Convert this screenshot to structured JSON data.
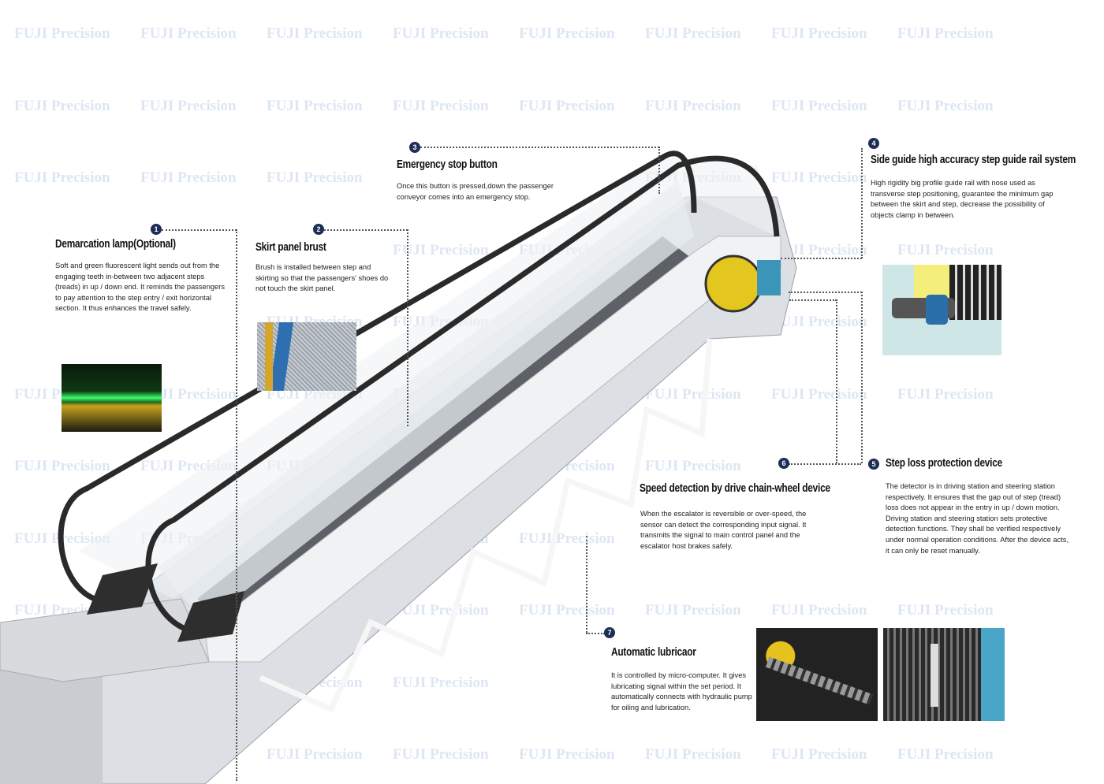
{
  "watermark": "FUJI Precision",
  "features": [
    {
      "number": "1",
      "title": "Demarcation lamp(Optional)",
      "description": "Soft and green fluorescent light sends out from the engaging teeth in-between two adjacent steps (treads) in up / down end. It reminds the passengers to pay attention to the step entry / exit horizontal section. It thus enhances the travel safely."
    },
    {
      "number": "2",
      "title": "Skirt panel brust",
      "description": "Brush is installed between step and skirting so that the passengers' shoes do not touch the skirt panel."
    },
    {
      "number": "3",
      "title": "Emergency stop button",
      "description": "Once this button is pressed,down the passenger conveyor comes into an emergency stop."
    },
    {
      "number": "4",
      "title": "Side guide high accuracy step guide rail system",
      "description": "High rigidity big profile guide rail with nose used as transverse step positioning, guarantee the minimum gap between the skirt and step, decrease the possibility of objects clamp in between."
    },
    {
      "number": "5",
      "title": "Step loss protection device",
      "description": "The detector is in driving station and steering station respectively. It ensures that the gap out of step (tread) loss does not appear in the entry in up / down motion. Driving station and steering station sets protective detection functions. They shall be verified respectively under normal operation conditions. After the device acts, it can only be reset manually."
    },
    {
      "number": "6",
      "title": "Speed detection by drive chain-wheel device",
      "description": "When the escalator is reversible or over-speed, the sensor can detect the corresponding input signal. It transmits the signal to main control panel and the escalator host brakes safely."
    },
    {
      "number": "7",
      "title": "Automatic lubricaor",
      "description": "It is controlled by micro-computer. It gives lubricating signal within the set period. It automatically connects with hydraulic pump for oiling and lubrication."
    }
  ],
  "colors": {
    "badge": "#1d2d55",
    "watermark": "#dde6f3",
    "truss": "#e4e6ea",
    "lamp": "#3dff6a"
  }
}
